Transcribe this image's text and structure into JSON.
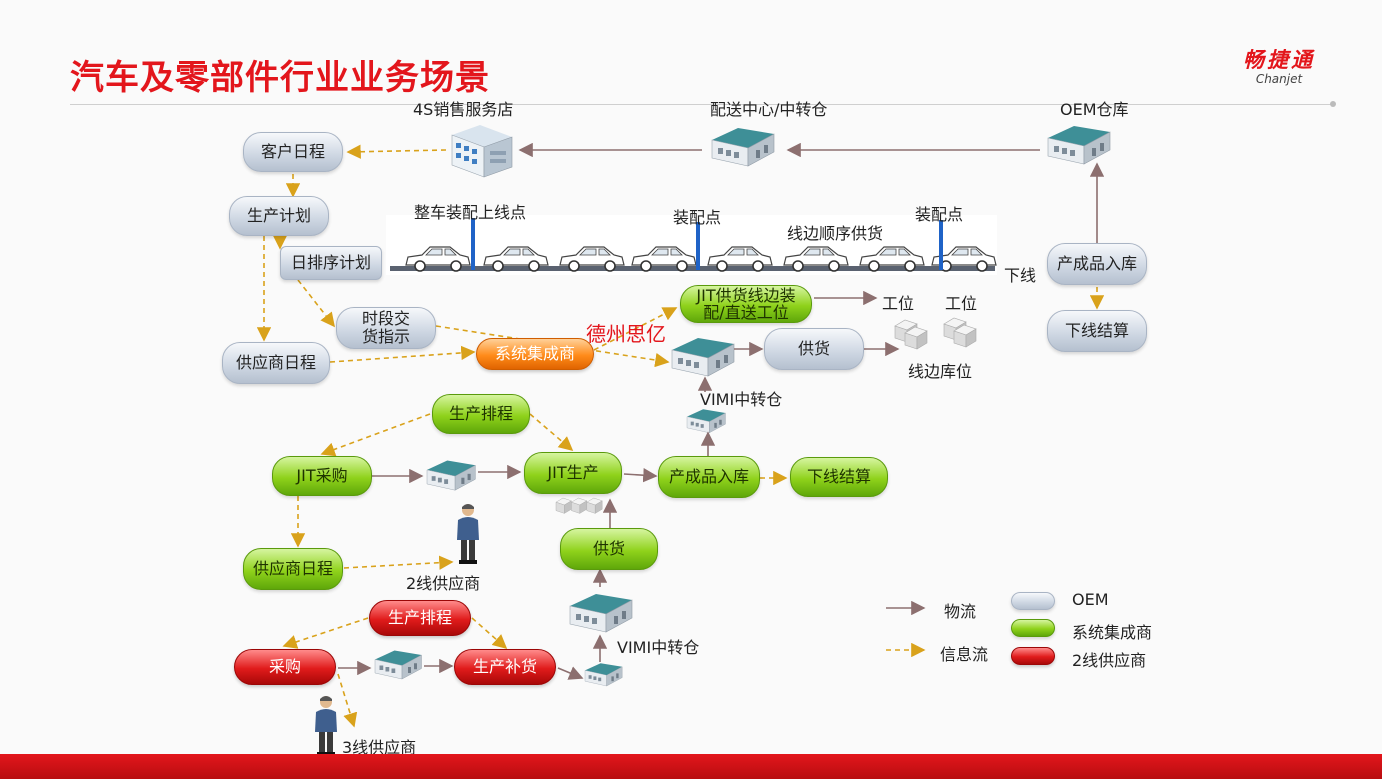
{
  "page": {
    "title": "汽车及零部件行业业务场景"
  },
  "logo": {
    "cn": "畅捷通",
    "en": "Chanjet"
  },
  "sites": {
    "store_4s": "4S销售服务店",
    "distribution_center": "配送中心/中转仓",
    "oem_warehouse": "OEM仓库"
  },
  "oem_nodes": {
    "customer_schedule": "客户日程",
    "production_plan": "生产计划",
    "daily_sequence_plan": "日排序计划",
    "time_slot_instruction_1": "时段交",
    "time_slot_instruction_2": "货指示",
    "supplier_schedule": "供应商日程",
    "supply": "供货",
    "finished_goods_in": "产成品入库",
    "offline_settlement": "下线结算"
  },
  "assembly": {
    "line_start_point": "整车装配上线点",
    "assembly_point_1": "装配点",
    "assembly_point_2": "装配点",
    "sequence_supply": "线边顺序供货",
    "line_off": "下线"
  },
  "integrator": {
    "system_integrator": "系统集成商",
    "company_name": "德州思亿",
    "jit_direct_1": "JIT供货线边装",
    "jit_direct_2": "配/直送工位",
    "workstation_1": "工位",
    "workstation_2": "工位",
    "line_side_storage": "线边库位",
    "vmi_transfer_upper": "VIMI中转仓",
    "production_schedule": "生产排程",
    "jit_purchase": "JIT采购",
    "jit_production": "JIT生产",
    "finished_goods_in": "产成品入库",
    "offline_settlement": "下线结算",
    "supplier_schedule": "供应商日程",
    "supply": "供货"
  },
  "tier2": {
    "label": "2线供应商",
    "vmi_transfer_lower": "VIMI中转仓"
  },
  "tier3": {
    "production_schedule": "生产排程",
    "purchase": "采购",
    "production_replenish": "生产补货",
    "label": "3线供应商"
  },
  "legend": {
    "material_flow": "物流",
    "info_flow": "信息流",
    "oem": "OEM",
    "integrator": "系统集成商",
    "tier2": "2线供应商"
  },
  "colors": {
    "brand_red": "#e3161c",
    "material_arrow": "#8c6f6f",
    "info_arrow": "#d9a21b",
    "oem_node": "#c3ccd9",
    "integrator_node": "#8fd21b",
    "tier2_node": "#e01b1b",
    "integrator_company": "#ff8b1a"
  },
  "icons": [
    "warehouse-icon",
    "office-building-icon",
    "car-icon",
    "person-icon",
    "parts-box-icon",
    "assembly-line-icon"
  ]
}
